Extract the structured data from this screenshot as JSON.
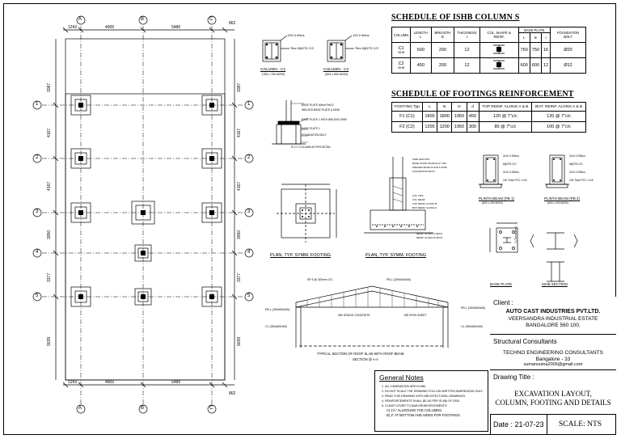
{
  "plan": {
    "grid_cols": [
      "A",
      "B",
      "C"
    ],
    "grid_rows": [
      "1",
      "2",
      "3",
      "4",
      "5"
    ],
    "top_dims": [
      "1243",
      "4905",
      "5486",
      "862"
    ],
    "bottom_dims": [
      "1243",
      "4905",
      "5486",
      "862"
    ],
    "left_dims": [
      "2087",
      "4167",
      "4167",
      "3050",
      "3377",
      "9039"
    ],
    "right_dims": [
      "2087",
      "4167",
      "4167",
      "3050",
      "3377",
      "9039"
    ]
  },
  "column_details": {
    "c1_caption": "COLUMN - C1",
    "c1_size": "(750 x 750 M200)",
    "c2_caption": "COLUMN - C2",
    "c2_size": "(600 x 600 M200)",
    "c1_note_top": "200 0 6Nos",
    "c1_note_tie": "Ties 8@275 C/C",
    "c2_note_top": "120 0 6Nos",
    "c2_note_tie": "Ties 8@275 C/C"
  },
  "ishb_schedule": {
    "title": "SCHEDULE OF ISHB COLUMN S",
    "headers": [
      "COLUMN",
      "LENGTH L",
      "BREADTH B",
      "THICKNESS t",
      "COL. SHAPE & REINF.",
      "BASE PLATE",
      "FOUNDATION BOLT"
    ],
    "base_plate_sub": [
      "L",
      "B",
      "t"
    ],
    "rows": [
      {
        "column": "C1",
        "column_sub": "ISHB",
        "length": "600",
        "breadth": "200",
        "thickness": "12",
        "bp_l": "750",
        "bp_b": "750",
        "bp_t": "16",
        "bolt": "Ø20"
      },
      {
        "column": "C2",
        "column_sub": "ISHB",
        "length": "450",
        "breadth": "200",
        "thickness": "12",
        "bp_l": "600",
        "bp_b": "600",
        "bp_t": "12",
        "bolt": "Ø12"
      }
    ]
  },
  "footing_schedule": {
    "title": "SCHEDULE OF FOOTINGS REINFORCEMENT",
    "headers": [
      "FOOTING Typ",
      "L",
      "B",
      "D",
      "d",
      "TOP REINF. ALONG A & B",
      "BOT. REINF. ALONG A & B"
    ],
    "rows": [
      {
        "type": "F1 (C1)",
        "L": "1800",
        "B": "1800",
        "D": "1950",
        "d": "450",
        "top": "120 @ 7\"c/c",
        "bot": "120 @ 7\"c/c"
      },
      {
        "type": "F2 (C2)",
        "L": "1200",
        "B": "1200",
        "D": "1950",
        "d": "300",
        "top": "80 @ 7\"c/c",
        "bot": "100 @ 7\"c/c"
      }
    ]
  },
  "details": {
    "base_plate_callouts": [
      "BASE PLATE 40mmTHk12",
      "WELDED BASE PLATE & ISHB",
      "BASE PLATE 1 WITH WELDED ISHB",
      "BASE PLATE 1",
      "FOUNDATION BOLT",
      "R.C.C COLUMN AS PER DETAIL"
    ],
    "plan_footing_1": "PLAN, TYP. SYMM. FOOTING",
    "plan_footing_2": "PLAN, TYP. SYMM. FOOTING",
    "section_callouts": [
      "ISHB SECTION",
      "BASE PLATE 40x40x3mm THK",
      "WELDED BASE PLATE & ISHB",
      "FOUNDATION BOLT",
      "COL TIES",
      "COL REINF",
      "TOP REINF. ALONG B",
      "BOT REINF. ALONG A",
      "REINF. ALONG A (BOT)",
      "REINF. ALONG B (BOT)"
    ],
    "plinth_beam_1": "PLINTH BEAM (PB 1)",
    "plinth_beam_1_size": "(600 x 200 M200)",
    "plinth_beam_2": "PLINTH BEAM (PB 2)",
    "plinth_beam_2_size": "(600 x 200 M200)",
    "pb_callouts": [
      "2x10 0 25Nos.",
      "8@275 C/C",
      "2x10 0 25Nos.",
      "100 Thick PCC 1:4:8"
    ],
    "base_plate_label": "BASE PLATE",
    "ishb_section_label": "ISHB SECTION",
    "thickness_label": "t (Thickness)",
    "roof_section_title": "TYPICAL SECTION OF ROOF SLAB WITH ROOF BEAM",
    "roof_section_sub": "SECTION @ A-A",
    "roof_callouts": [
      "SP 6 @ 300mm C/C",
      "PB-1 (250x600x50)",
      "ISB GRADE CONCRETE",
      "MS IRON SHEET",
      "PB-1 (250x600x50)",
      "C1 (250x600x50)",
      "PB-1 (250x600x50)",
      "C1 (250x600x50)"
    ]
  },
  "notes": {
    "title": "General Notes",
    "items": [
      "ALL DIMENSIONS ARE IN MM.",
      "DO NOT SCALE THE DRAWING FOLLOW WRITTEN DIMENSIONS ONLY.",
      "READ THIS DRAWING WITH ARCHITECTURAL DRAWINGS.",
      "REINFORCEMENTS SHALL BE AS PER IS 456 OF 2000.",
      "CLEAR COVER TO MAIN REINFORCEMENTS:"
    ],
    "sub_items": [
      "A) 1½\" ALLROUND THE COLUMNS.",
      "B) 2\" AT BOTTOM AND SIDES FOR FOOTINGS."
    ]
  },
  "title_block": {
    "client_label": "Client :",
    "client_name": "AUTO CAST INDUSTRIES PVT.LTD.",
    "client_addr1": "VEERSANDRA INDUSTRIAL ESTATE",
    "client_addr2": "BANGALORE 560 100.",
    "consultants_label": "Structural Consultants",
    "consultant_name": "TECHNO ENGINEERING CONSULTANTS",
    "consultant_city": "Bangalore - 33",
    "consultant_email": "sumansuma2006@gmail.com",
    "drawing_title_label": "Drawing Title :",
    "drawing_title_1": "EXCAVATION LAYOUT,",
    "drawing_title_2": "COLUMN, FOOTING AND DETAILS",
    "date": "Date : 21-07-23",
    "scale": "SCALE: NTS"
  }
}
